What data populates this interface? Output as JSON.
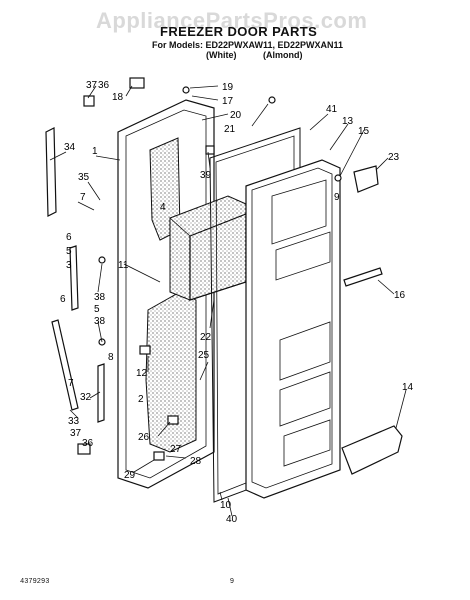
{
  "watermark": "AppliancePartsPros.com",
  "header": {
    "title": "FREEZER DOOR PARTS",
    "models": "For Models: ED22PWXAW11, ED22PWXAN11",
    "color_white": "(White)",
    "color_almond": "(Almond)"
  },
  "footer": {
    "doc_number": "4379293",
    "page_number": "9"
  },
  "callouts": {
    "c37a": "37",
    "c36a": "36",
    "c18": "18",
    "c19": "19",
    "c17": "17",
    "c20": "20",
    "c21": "21",
    "c41": "41",
    "c13": "13",
    "c15": "15",
    "c23": "23",
    "c34": "34",
    "c1": "1",
    "c39": "39",
    "c35": "35",
    "c7a": "7",
    "c4": "4",
    "c6a": "6",
    "c5a": "5",
    "c3": "3",
    "c11": "11",
    "c38a": "38",
    "c6b": "6",
    "c5b": "5",
    "c38b": "38",
    "c22": "22",
    "c25": "25",
    "c16": "16",
    "c7b": "7",
    "c12": "12",
    "c32": "32",
    "c2": "2",
    "c14": "14",
    "c33": "33",
    "c37b": "37",
    "c36b": "36",
    "c26": "26",
    "c27": "27",
    "c28": "28",
    "c29": "29",
    "c10": "10",
    "c40": "40",
    "c8": "8",
    "c9": "9"
  }
}
